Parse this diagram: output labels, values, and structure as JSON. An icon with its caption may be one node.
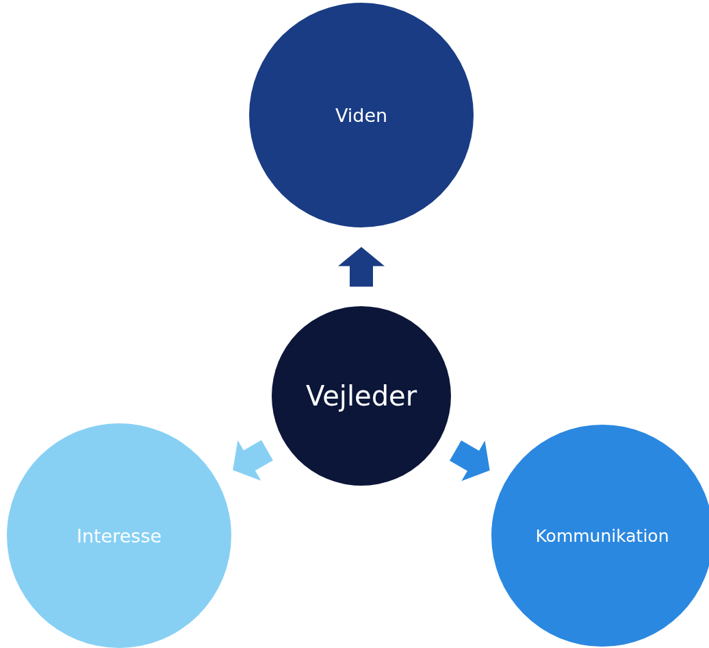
{
  "diagram": {
    "nodes": [
      {
        "text": [
          "Vejleder"
        ]
      },
      {
        "text": [
          "Viden"
        ]
      },
      {
        "text": [
          "Interesse"
        ]
      },
      {
        "text": [
          "Kommunikation"
        ]
      }
    ],
    "edges": [
      {
        "from": 0,
        "to": 1,
        "arrow": "to",
        "style": "thick",
        "color": "#1a3c84"
      },
      {
        "from": 0,
        "to": 2,
        "arrow": "to",
        "style": "thick",
        "color": "#87d0f4"
      },
      {
        "from": 0,
        "to": 3,
        "arrow": "to",
        "style": "thick",
        "color": "#2b88e0"
      }
    ]
  }
}
